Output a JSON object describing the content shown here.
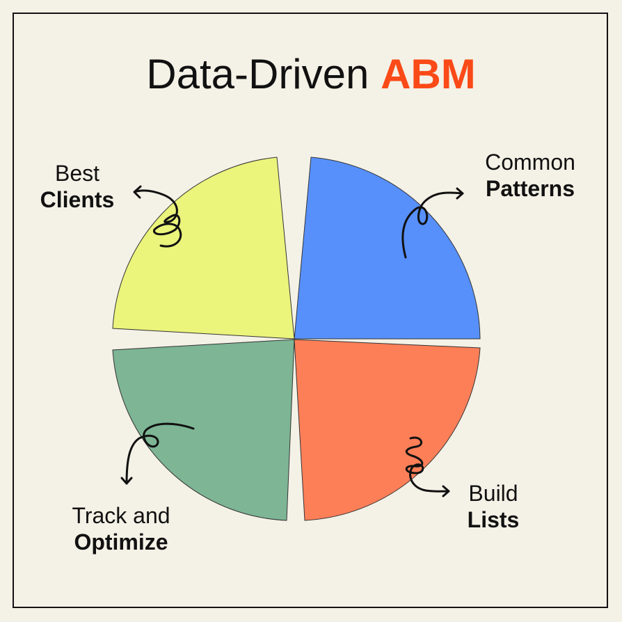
{
  "title": {
    "main": "Data-Driven",
    "accent": "ABM"
  },
  "segments": [
    {
      "line1": "Common",
      "line2": "Patterns",
      "color": "#5790fb"
    },
    {
      "line1": "Build",
      "line2": "Lists",
      "color": "#fd7f58"
    },
    {
      "line1": "Track and",
      "line2": "Optimize",
      "color": "#7db595"
    },
    {
      "line1": "Best",
      "line2": "Clients",
      "color": "#ebf47b"
    }
  ],
  "colors": {
    "background": "#f4f1e6",
    "accent": "#fa4a17"
  }
}
